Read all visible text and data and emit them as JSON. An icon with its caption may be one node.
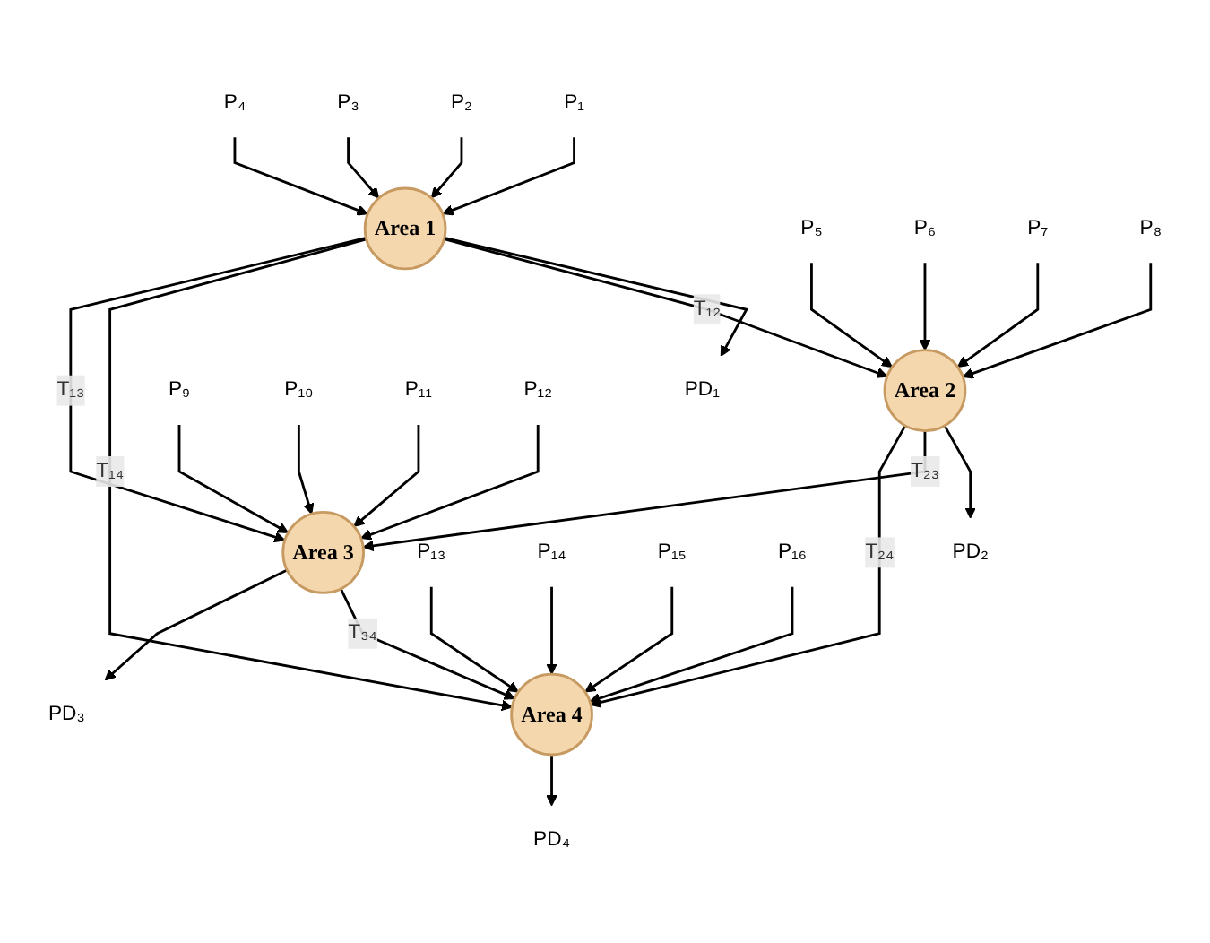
{
  "diagram": {
    "nodes": [
      {
        "text": [
          "PD₁"
        ]
      },
      {
        "text": [
          "PD₂"
        ]
      },
      {
        "text": [
          "P₁"
        ]
      },
      {
        "text": [
          "P₂"
        ]
      },
      {
        "text": [
          "P₃"
        ]
      },
      {
        "text": [
          "P₄"
        ]
      },
      {
        "text": [
          "Area 1"
        ]
      },
      {
        "text": [
          "Area 2"
        ]
      },
      {
        "text": [
          "P₅"
        ]
      },
      {
        "text": [
          "P₆"
        ]
      },
      {
        "text": [
          "P₇"
        ]
      },
      {
        "text": [
          "P₈"
        ]
      },
      {
        "text": [
          "P₉"
        ]
      },
      {
        "text": [
          "P₁₀"
        ]
      },
      {
        "text": [
          "P₁₁"
        ]
      },
      {
        "text": [
          "P₁₂"
        ]
      },
      {
        "text": [
          "Area 3"
        ]
      },
      {
        "text": [
          "Area 4"
        ]
      },
      {
        "text": [
          "P₁₃"
        ]
      },
      {
        "text": [
          "P₁₄"
        ]
      },
      {
        "text": [
          "P₁₅"
        ]
      },
      {
        "text": [
          "P₁₆"
        ]
      },
      {
        "text": [
          "PD₃"
        ]
      },
      {
        "text": [
          "PD₄"
        ]
      }
    ],
    "edges": [
      {
        "from": 6,
        "to": 0,
        "arrow": "to"
      },
      {
        "from": 7,
        "to": 1,
        "arrow": "to"
      },
      {
        "from": 2,
        "to": 6,
        "arrow": "to"
      },
      {
        "from": 3,
        "to": 6,
        "arrow": "to"
      },
      {
        "from": 4,
        "to": 6,
        "arrow": "to"
      },
      {
        "from": 5,
        "to": 6,
        "arrow": "to"
      },
      {
        "from": 8,
        "to": 7,
        "arrow": "to"
      },
      {
        "from": 9,
        "to": 7,
        "arrow": "to"
      },
      {
        "from": 10,
        "to": 7,
        "arrow": "to"
      },
      {
        "from": 11,
        "to": 7,
        "arrow": "to"
      },
      {
        "from": 6,
        "to": 7,
        "arrow": "to",
        "label": "T₁₂"
      },
      {
        "from": 6,
        "to": 17,
        "arrow": "to",
        "label": "T₁₄"
      },
      {
        "from": 6,
        "to": 16,
        "arrow": "to",
        "label": "T₁₃"
      },
      {
        "from": 7,
        "to": 16,
        "arrow": "to",
        "label": "T₂₃"
      },
      {
        "from": 7,
        "to": 17,
        "arrow": "to",
        "label": "T₂₄"
      },
      {
        "from": 16,
        "to": 17,
        "arrow": "to",
        "label": "T₃₄"
      },
      {
        "from": 12,
        "to": 16,
        "arrow": "to"
      },
      {
        "from": 13,
        "to": 16,
        "arrow": "to"
      },
      {
        "from": 14,
        "to": 16,
        "arrow": "to"
      },
      {
        "from": 15,
        "to": 16,
        "arrow": "to"
      },
      {
        "from": 18,
        "to": 17,
        "arrow": "to"
      },
      {
        "from": 19,
        "to": 17,
        "arrow": "to"
      },
      {
        "from": 20,
        "to": 17,
        "arrow": "to"
      },
      {
        "from": 21,
        "to": 17,
        "arrow": "to"
      },
      {
        "from": 16,
        "to": 22,
        "arrow": "to"
      },
      {
        "from": 17,
        "to": 23,
        "arrow": "to"
      }
    ]
  }
}
